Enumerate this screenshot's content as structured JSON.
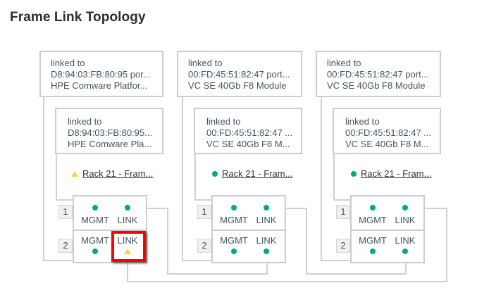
{
  "page": {
    "title": "Frame Link Topology"
  },
  "colors": {
    "ok": "#01a982",
    "warning": "#ffd144",
    "line": "#cccccc",
    "highlight": "#ff0000"
  },
  "frames": [
    {
      "outer": {
        "label": "linked to",
        "line2": "D8:94:03:FB:80:95 por...",
        "line3": "HPE Comware Platfor..."
      },
      "inner": {
        "label": "linked to",
        "line2": "D8:94:03:FB:80:95...",
        "line3": "HPE Comware Pla..."
      },
      "enclosure": {
        "status": "warning",
        "status_icon": "warning-triangle-icon",
        "name": "Rack 21 - Fram..."
      },
      "bays": [
        {
          "number": "1",
          "mgmt": {
            "label": "MGMT",
            "status": "ok"
          },
          "link": {
            "label": "LINK",
            "status": "ok"
          }
        },
        {
          "number": "2",
          "mgmt": {
            "label": "MGMT",
            "status": "ok"
          },
          "link": {
            "label": "LINK",
            "status": "warning",
            "highlighted": true
          }
        }
      ]
    },
    {
      "outer": {
        "label": "linked to",
        "line2": "00:FD:45:51:82:47 port...",
        "line3": "VC SE 40Gb F8 Module"
      },
      "inner": {
        "label": "linked to",
        "line2": "00:FD:45:51:82:47 ...",
        "line3": "VC SE 40Gb F8 M..."
      },
      "enclosure": {
        "status": "ok",
        "status_icon": "status-ok-dot-icon",
        "name": "Rack 21 - Fram..."
      },
      "bays": [
        {
          "number": "1",
          "mgmt": {
            "label": "MGMT",
            "status": "ok"
          },
          "link": {
            "label": "LINK",
            "status": "ok"
          }
        },
        {
          "number": "2",
          "mgmt": {
            "label": "MGMT",
            "status": "ok"
          },
          "link": {
            "label": "LINK",
            "status": "ok"
          }
        }
      ]
    },
    {
      "outer": {
        "label": "linked to",
        "line2": "00:FD:45:51:82:47 port...",
        "line3": "VC SE 40Gb F8 Module"
      },
      "inner": {
        "label": "linked to",
        "line2": "00:FD:45:51:82:47 ...",
        "line3": "VC SE 40Gb F8 M..."
      },
      "enclosure": {
        "status": "ok",
        "status_icon": "status-ok-dot-icon",
        "name": "Rack 21 - Fram..."
      },
      "bays": [
        {
          "number": "1",
          "mgmt": {
            "label": "MGMT",
            "status": "ok"
          },
          "link": {
            "label": "LINK",
            "status": "ok"
          }
        },
        {
          "number": "2",
          "mgmt": {
            "label": "MGMT",
            "status": "ok"
          },
          "link": {
            "label": "LINK",
            "status": "ok"
          }
        }
      ]
    }
  ]
}
